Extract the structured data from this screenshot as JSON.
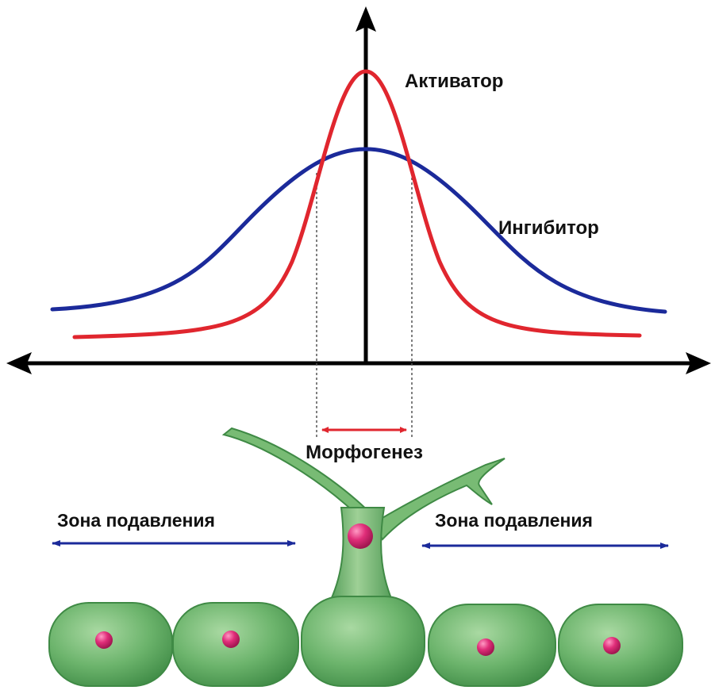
{
  "labels": {
    "activator": "Активатор",
    "inhibitor": "Ингибитор",
    "morphogenesis": "Морфогенез",
    "suppression_left": "Зона подавления",
    "suppression_right": "Зона подавления"
  },
  "colors": {
    "activator_curve": "#e0262e",
    "inhibitor_curve": "#1b2a9a",
    "axes": "#000000",
    "morphogenesis_arrow": "#e0262e",
    "suppression_arrows": "#1b2a9a",
    "cell_fill": "#6bb46b",
    "cell_dark": "#3f8a45",
    "nucleus": "#d0206a"
  }
}
